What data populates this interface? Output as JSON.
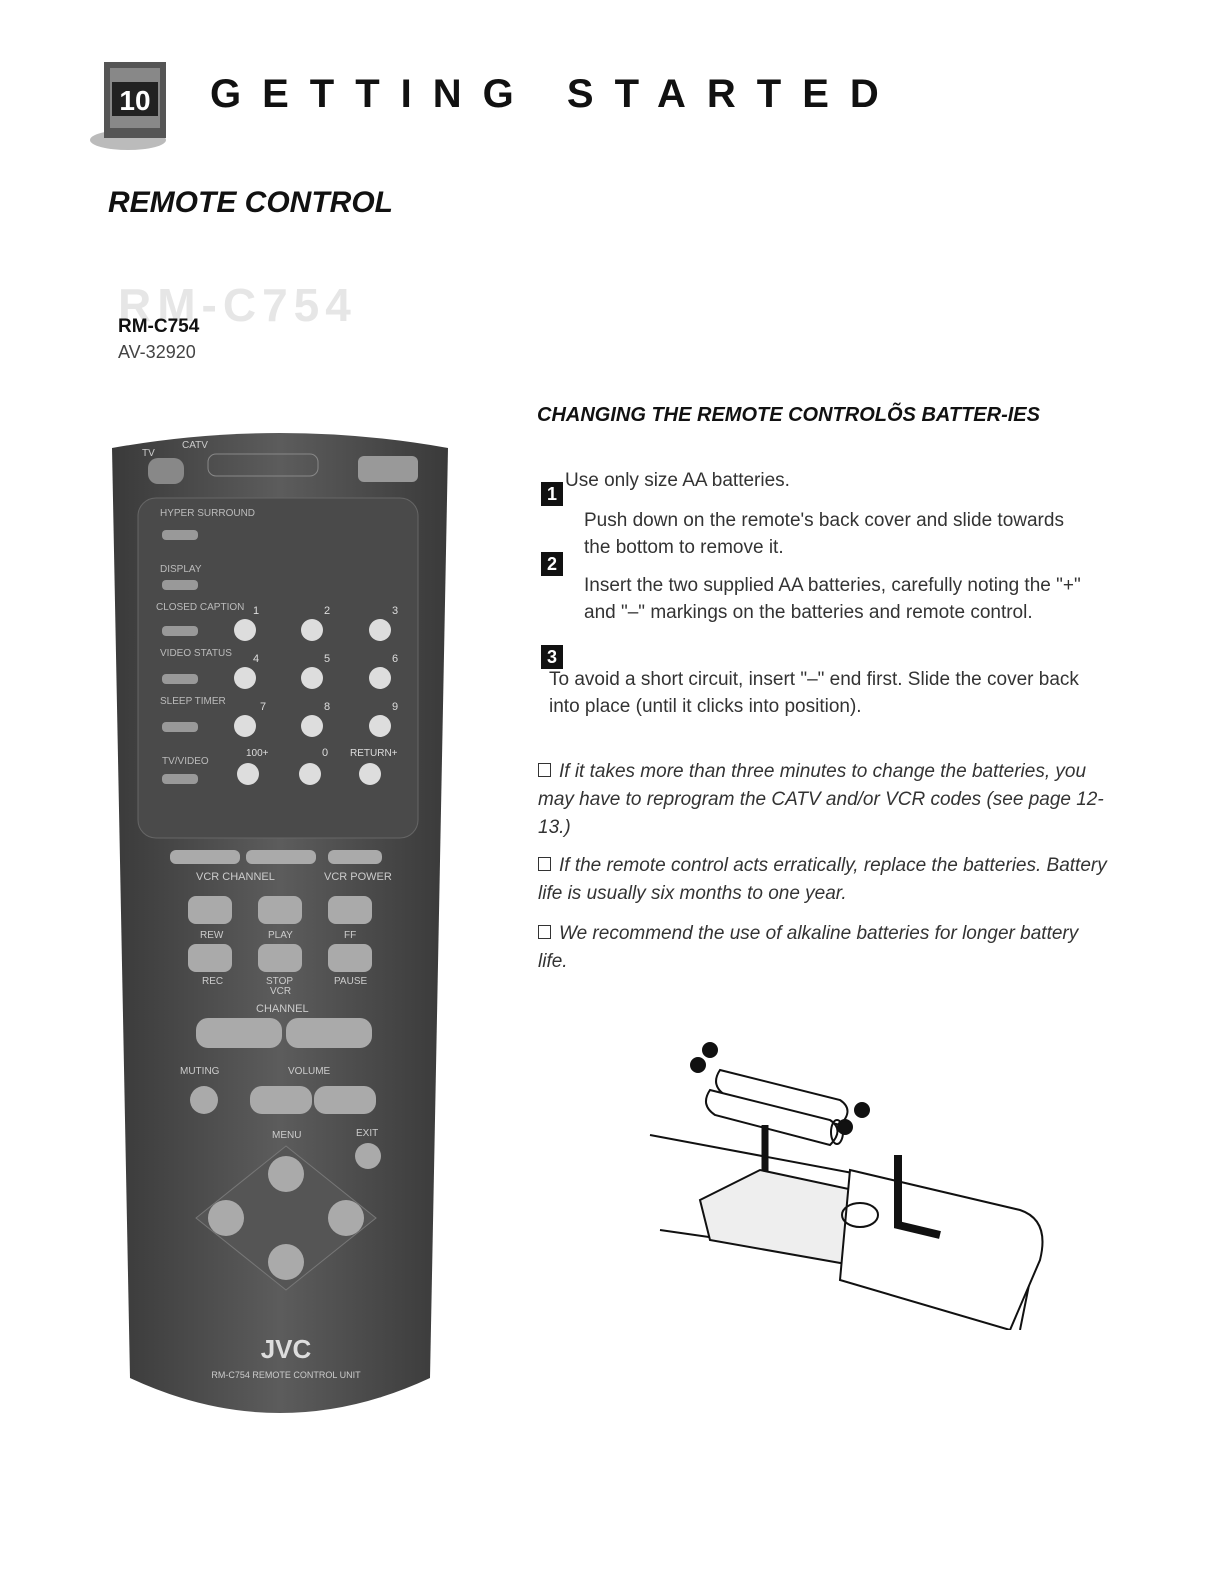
{
  "header": {
    "page_number": "10",
    "title": "GETTING STARTED"
  },
  "section_title": "REMOTE CONTROL",
  "model": {
    "watermark": "RM-C754",
    "name": "RM-C754",
    "av_number": "AV-32920"
  },
  "remote": {
    "tv_label": "TV",
    "catv_label": "CATV",
    "left_labels": [
      "HYPER SURROUND",
      "DISPLAY",
      "CLOSED CAPTION",
      "VIDEO STATUS",
      "SLEEP TIMER",
      "TV/VIDEO"
    ],
    "digits": [
      "1",
      "2",
      "3",
      "4",
      "5",
      "6",
      "7",
      "8",
      "9",
      "100+",
      "0",
      "RETURN+"
    ],
    "vcr_channel_label": "VCR CHANNEL",
    "vcr_power_label": "VCR POWER",
    "transport_labels": [
      "REW",
      "PLAY",
      "FF"
    ],
    "transport_labels2": [
      "REC",
      "STOP",
      "PAUSE"
    ],
    "vcr_label": "VCR",
    "channel_label": "CHANNEL",
    "muting_label": "MUTING",
    "volume_label": "VOLUME",
    "menu_label": "MENU",
    "exit_label": "EXIT",
    "brand": "JVC",
    "unit_label": "RM-C754 REMOTE CONTROL UNIT"
  },
  "changing": {
    "heading": "CHANGING THE REMOTE CONTROLÕS BATTER-IES",
    "steps": [
      {
        "num": "1",
        "text": "Use only size AA batteries."
      },
      {
        "num": "2",
        "text": "Push down on the remote's back cover and slide towards the bottom to remove it."
      },
      {
        "num": "3",
        "text": "Insert the two supplied AA batteries, carefully noting the \"+\" and \"–\" markings on the batteries and remote control."
      }
    ],
    "step3_continued": "To avoid a short circuit, insert \"–\" end first. Slide the cover back into place (until it clicks into position).",
    "notes": [
      "If it takes more than three minutes to change the batteries, you may have to reprogram the CATV and/or VCR codes (see page 12-13.)",
      "If the remote control acts erratically, replace the batteries. Battery life is usually six months to one year.",
      "We recommend the use of alkaline batteries for longer battery life."
    ]
  }
}
